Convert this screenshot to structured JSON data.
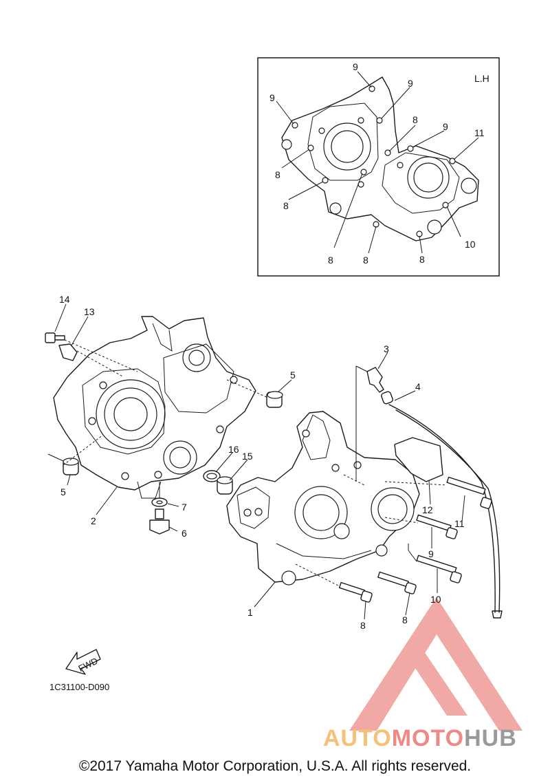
{
  "inset": {
    "side_label": "L.H",
    "callouts": [
      "9",
      "9",
      "9",
      "9",
      "8",
      "11",
      "8",
      "8",
      "10",
      "8",
      "8",
      "8"
    ]
  },
  "main": {
    "callouts": [
      "14",
      "13",
      "5",
      "5",
      "2",
      "7",
      "6",
      "16",
      "15",
      "3",
      "4",
      "12",
      "11",
      "9",
      "10",
      "1",
      "8",
      "8"
    ]
  },
  "fwd_label": "FWD",
  "diagram_code": "1C31100-D090",
  "watermark": {
    "part1": "AUTO",
    "part2": "MOTO",
    "part3": "HUB"
  },
  "copyright": "©2017 Yamaha Motor Corporation, U.S.A. All rights reserved.",
  "colors": {
    "logo_red": "#f0a09c",
    "logo_orange": "#f6c078",
    "logo_gray": "#9a9a9a"
  }
}
